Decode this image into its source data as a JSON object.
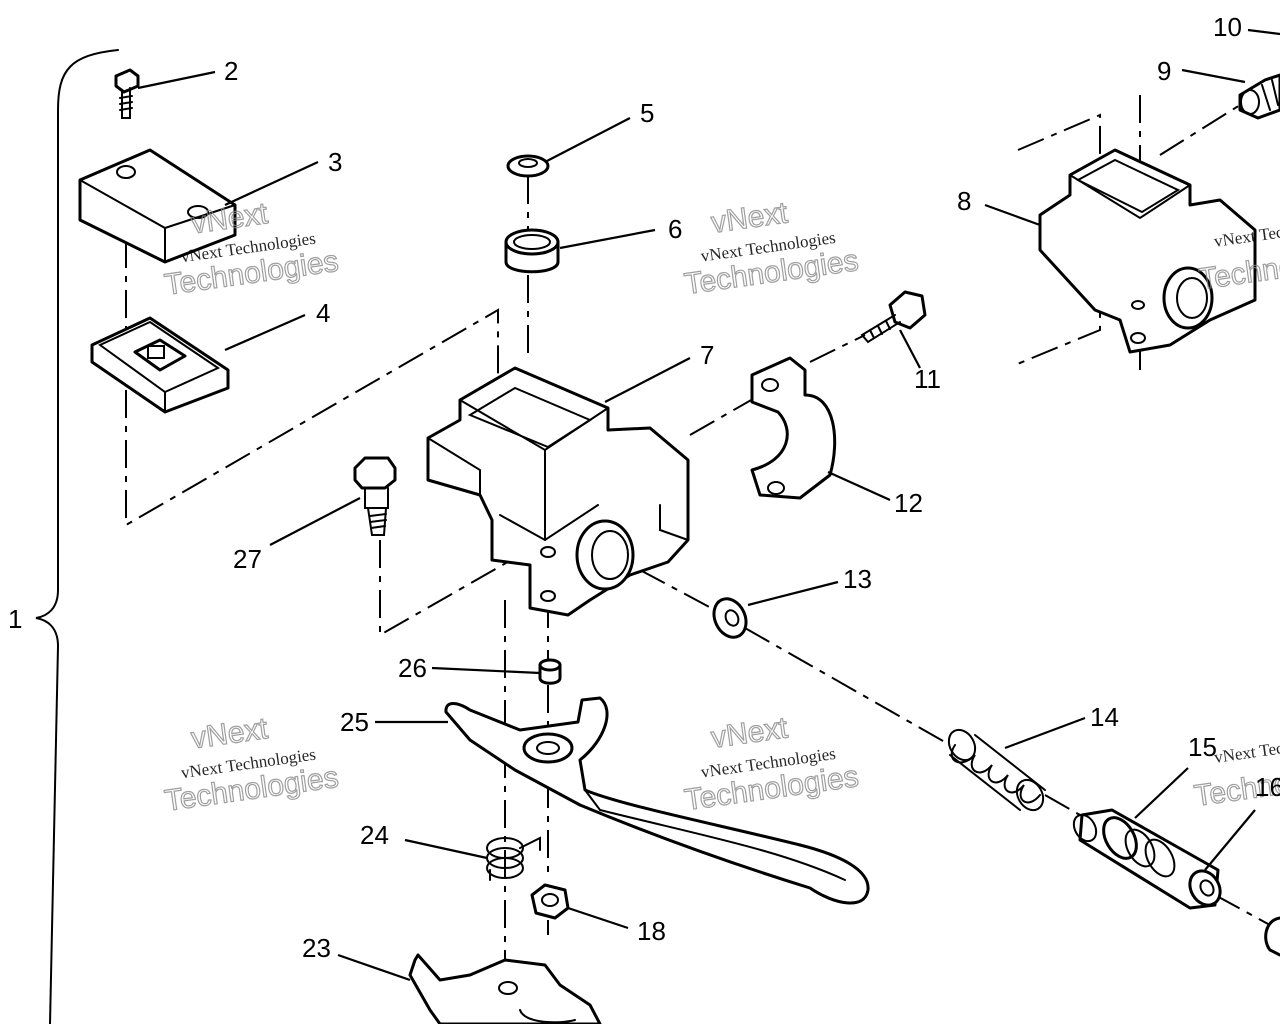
{
  "callouts": {
    "c1": "1",
    "c2": "2",
    "c3": "3",
    "c4": "4",
    "c5": "5",
    "c6": "6",
    "c7": "7",
    "c8": "8",
    "c9": "9",
    "c10": "10",
    "c11": "11",
    "c12": "12",
    "c13": "13",
    "c14": "14",
    "c15": "15",
    "c16": "16",
    "c18": "18",
    "c23": "23",
    "c24": "24",
    "c25": "25",
    "c26": "26",
    "c27": "27"
  },
  "watermark": {
    "line1": "vNext Technologies",
    "line2": "vNext",
    "line3": "Technologies"
  }
}
